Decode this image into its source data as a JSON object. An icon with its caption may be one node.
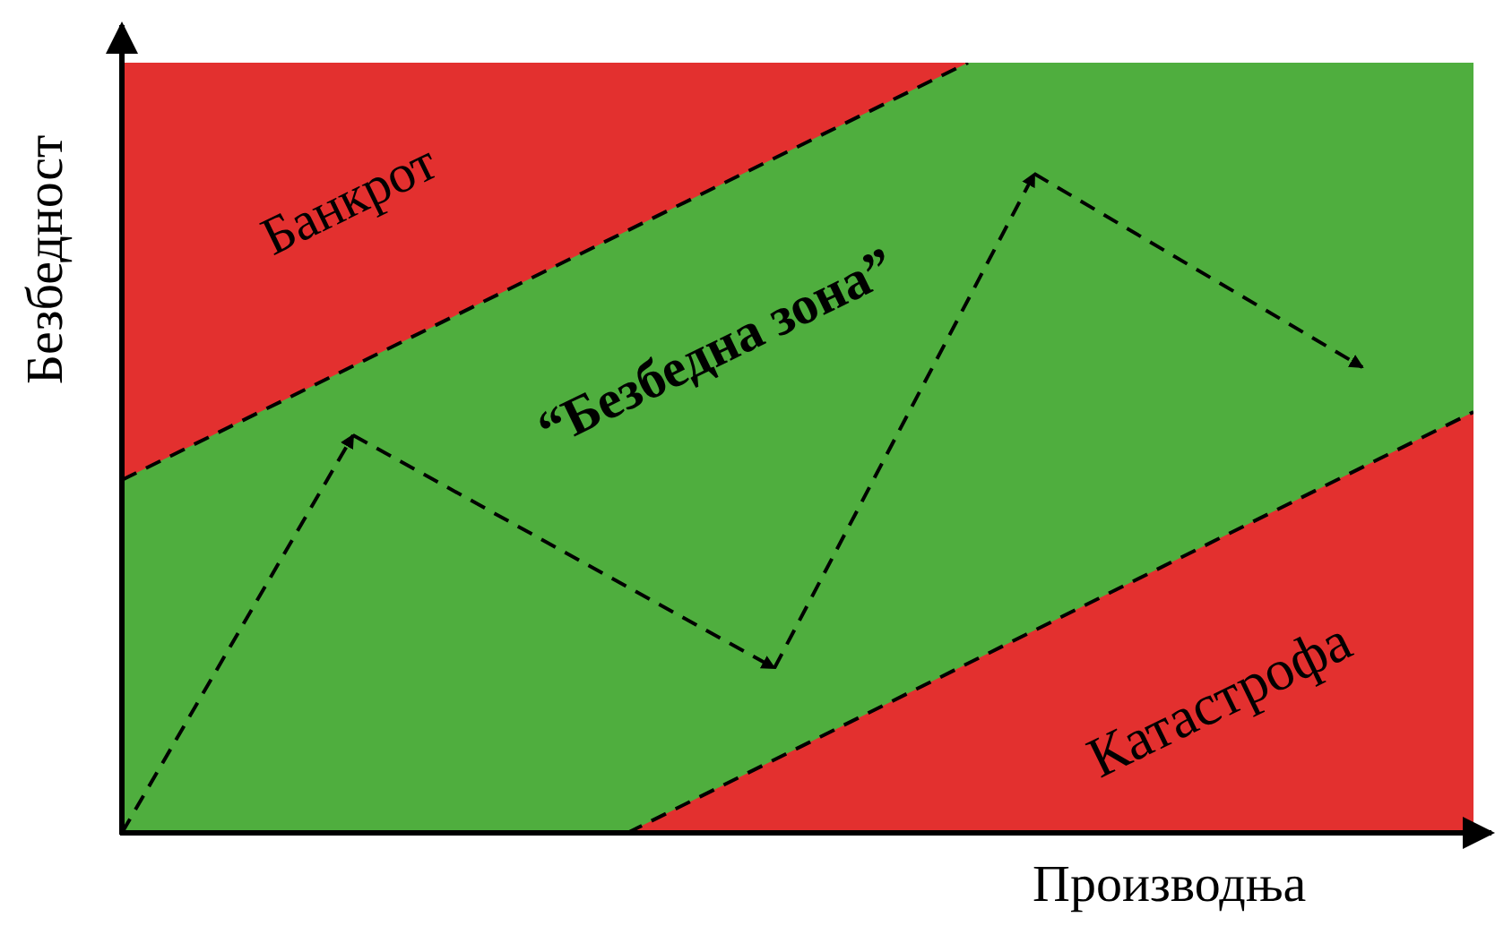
{
  "diagram": {
    "nodes": [
      {
        "text": [
          "Банкрот"
        ]
      },
      {
        "text": [
          "“Безбедна зона”"
        ]
      },
      {
        "text": [
          "Катастрофа"
        ]
      }
    ],
    "labels": [
      "Безбедност",
      "Производња"
    ]
  }
}
